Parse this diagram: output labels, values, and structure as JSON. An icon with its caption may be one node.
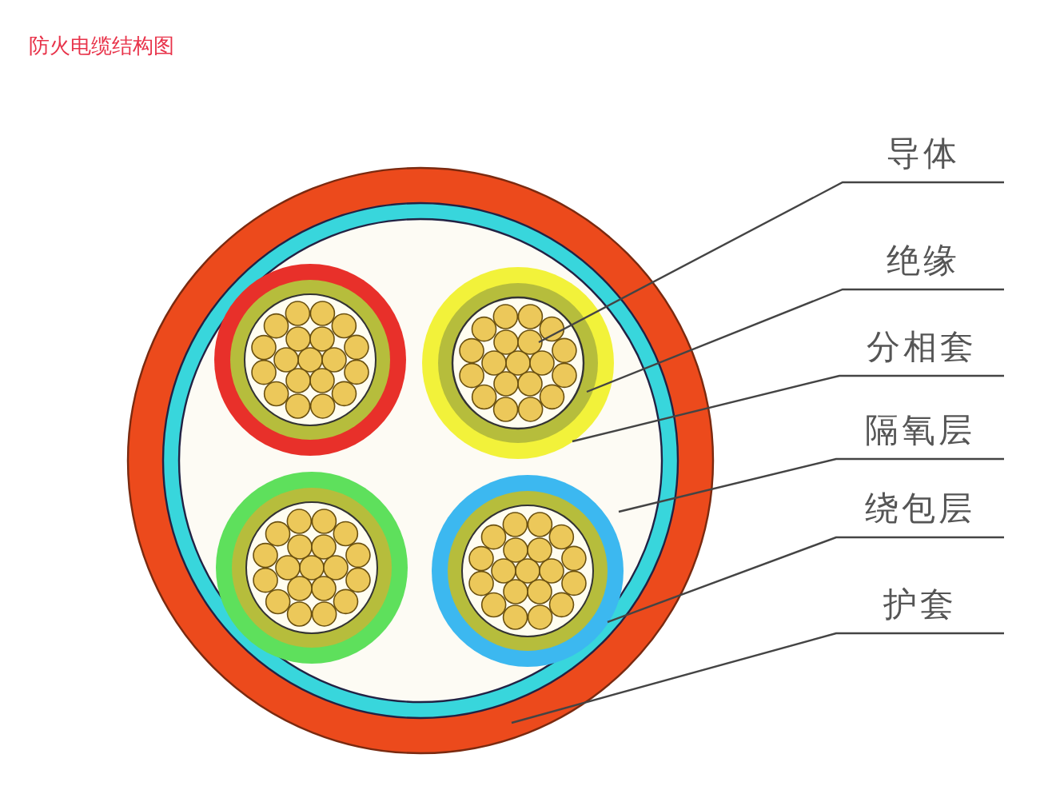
{
  "diagram": {
    "title": "防火电缆结构图",
    "nodes": [
      {
        "text": [
          "导体"
        ]
      },
      {
        "text": [
          "绝缘"
        ]
      },
      {
        "text": [
          "分相套"
        ]
      },
      {
        "text": [
          "隔氧层"
        ]
      },
      {
        "text": [
          "绕包层"
        ]
      },
      {
        "text": [
          "护套"
        ]
      },
      {
        "text": [],
        "shape": "circle",
        "in": 7
      },
      {
        "text": [],
        "shape": "circle",
        "in": 8
      },
      {
        "text": [],
        "shape": "circle",
        "in": 9
      },
      {
        "text": [],
        "shape": "circle",
        "in": 10
      },
      {
        "text": [],
        "shape": "circle",
        "in": 11
      },
      {
        "text": [],
        "shape": "circle"
      }
    ],
    "edges": [
      {
        "from": 0,
        "to": 6,
        "arrow": "none"
      },
      {
        "from": 1,
        "to": 7,
        "arrow": "none"
      },
      {
        "from": 2,
        "to": 8,
        "arrow": "none"
      },
      {
        "from": 3,
        "to": 9,
        "arrow": "none"
      },
      {
        "from": 4,
        "to": 10,
        "arrow": "none"
      },
      {
        "from": 5,
        "to": 11,
        "arrow": "none"
      }
    ]
  }
}
